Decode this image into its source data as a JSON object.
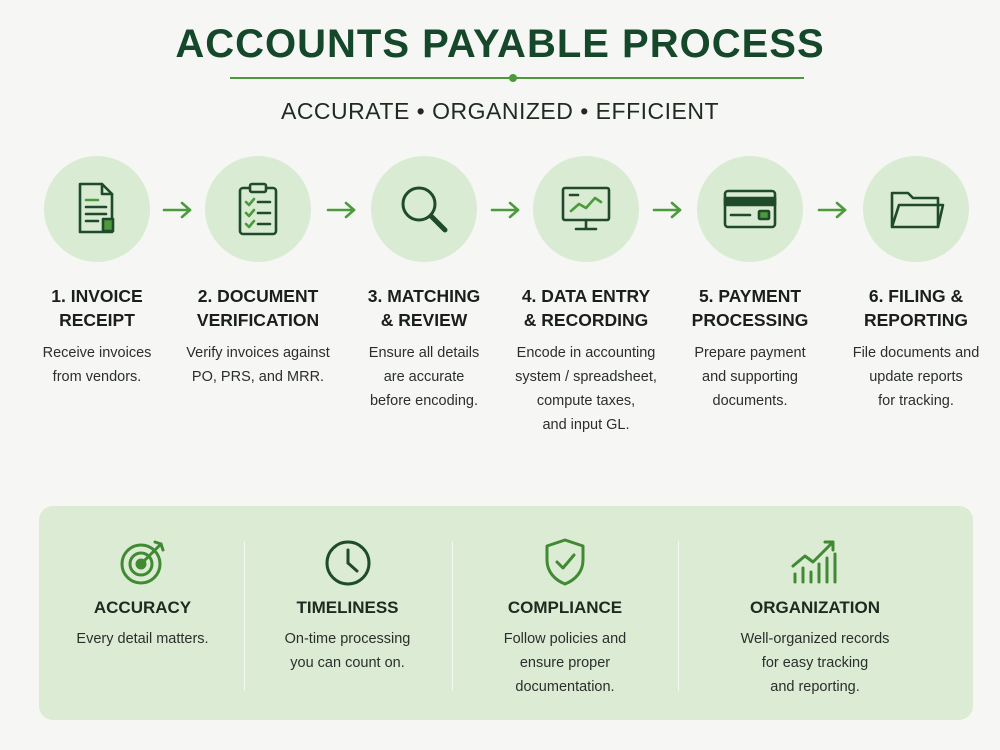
{
  "header": {
    "title": "ACCOUNTS PAYABLE PROCESS",
    "subtitle": "ACCURATE • ORGANIZED • EFFICIENT"
  },
  "colors": {
    "primary": "#15472a",
    "accent": "#4c9a3c",
    "circle": "#d9ebd2",
    "panel": "#dcebd4"
  },
  "steps": [
    {
      "icon": "invoice-document-icon",
      "title": "1. INVOICE\nRECEIPT",
      "description": "Receive invoices\nfrom vendors."
    },
    {
      "icon": "clipboard-checklist-icon",
      "title": "2. DOCUMENT\nVERIFICATION",
      "description": "Verify invoices against\nPO, PRS, and MRR."
    },
    {
      "icon": "magnifier-icon",
      "title": "3. MATCHING\n& REVIEW",
      "description": "Ensure all details\nare accurate\nbefore encoding."
    },
    {
      "icon": "computer-monitor-icon",
      "title": "4. DATA ENTRY\n& RECORDING",
      "description": "Encode in accounting\nsystem / spreadsheet,\ncompute taxes,\nand input GL."
    },
    {
      "icon": "payment-card-icon",
      "title": "5. PAYMENT\nPROCESSING",
      "description": "Prepare payment\nand supporting\ndocuments."
    },
    {
      "icon": "folder-icon",
      "title": "6. FILING &\nREPORTING",
      "description": "File documents and\nupdate reports\nfor tracking."
    }
  ],
  "values": [
    {
      "icon": "target-icon",
      "title": "ACCURACY",
      "description": "Every detail matters."
    },
    {
      "icon": "clock-icon",
      "title": "TIMELINESS",
      "description": "On-time processing\nyou can count on."
    },
    {
      "icon": "shield-check-icon",
      "title": "COMPLIANCE",
      "description": "Follow policies and\nensure proper\ndocumentation."
    },
    {
      "icon": "growth-chart-icon",
      "title": "ORGANIZATION",
      "description": "Well-organized records\nfor easy tracking\nand reporting."
    }
  ]
}
